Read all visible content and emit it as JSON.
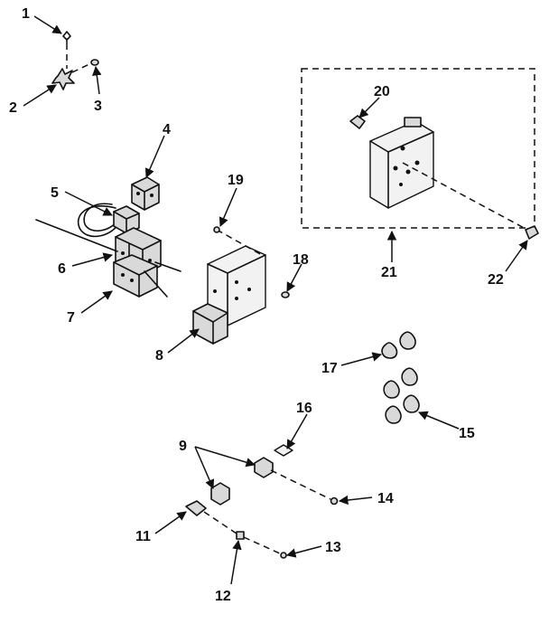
{
  "callouts": [
    {
      "id": "1",
      "label": "1"
    },
    {
      "id": "2",
      "label": "2"
    },
    {
      "id": "3",
      "label": "3"
    },
    {
      "id": "4",
      "label": "4"
    },
    {
      "id": "5",
      "label": "5"
    },
    {
      "id": "6",
      "label": "6"
    },
    {
      "id": "7",
      "label": "7"
    },
    {
      "id": "8",
      "label": "8"
    },
    {
      "id": "9",
      "label": "9"
    },
    {
      "id": "11",
      "label": "11"
    },
    {
      "id": "12",
      "label": "12"
    },
    {
      "id": "13",
      "label": "13"
    },
    {
      "id": "14",
      "label": "14"
    },
    {
      "id": "15",
      "label": "15"
    },
    {
      "id": "16",
      "label": "16"
    },
    {
      "id": "17",
      "label": "17"
    },
    {
      "id": "18",
      "label": "18"
    },
    {
      "id": "19",
      "label": "19"
    },
    {
      "id": "20",
      "label": "20"
    },
    {
      "id": "21",
      "label": "21"
    },
    {
      "id": "22",
      "label": "22"
    }
  ]
}
